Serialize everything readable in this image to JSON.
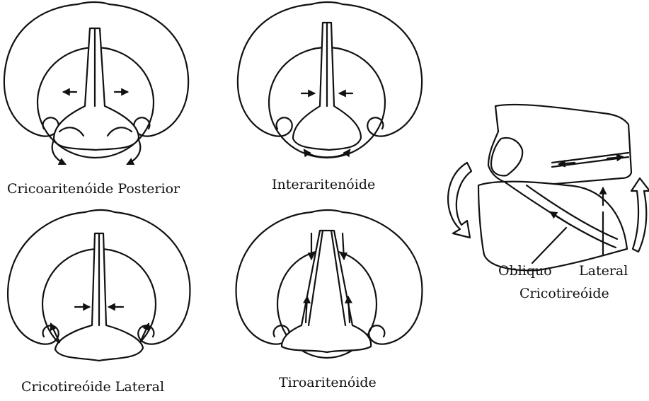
{
  "figure": {
    "panels": [
      {
        "caption": "Cricoaritenóide Posterior"
      },
      {
        "caption": "Interaritenóide"
      },
      {
        "caption": "Cricotireóide Lateral"
      },
      {
        "caption": "Tiroaritenóide"
      }
    ],
    "side_view": {
      "label_oblique": "Obliquo",
      "label_lateral": "Lateral",
      "caption": "Cricotireóide"
    }
  }
}
